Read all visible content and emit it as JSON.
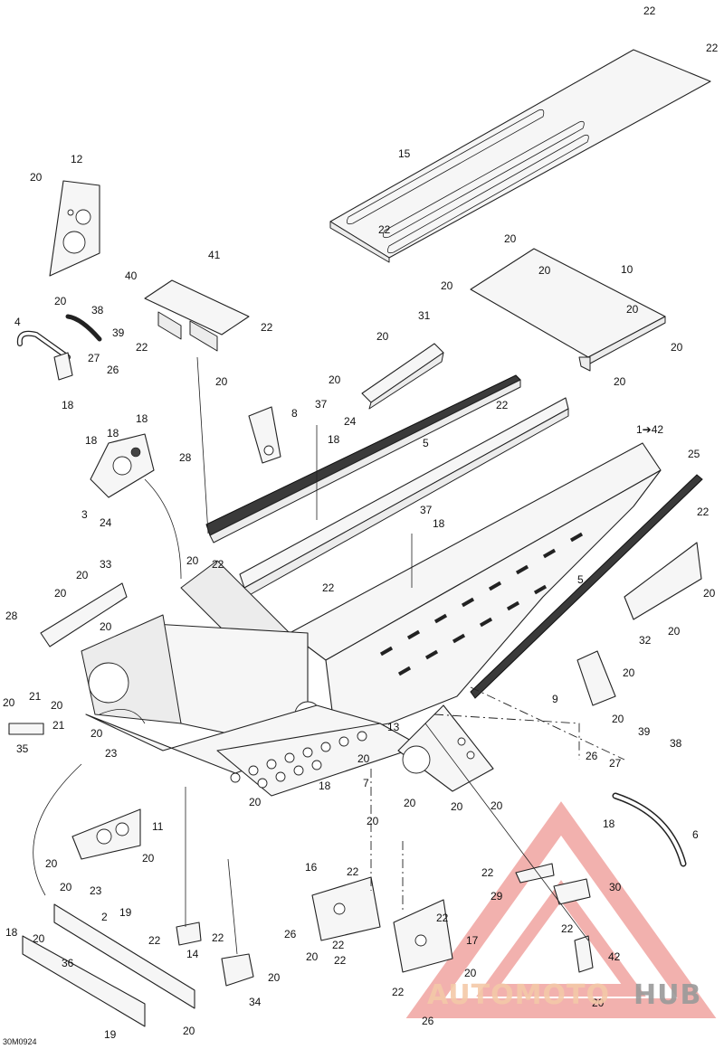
{
  "drawing_code": "30M0924",
  "watermark": {
    "part1": "AUTOMOTO",
    "part2": "HUB",
    "color_light": "#f4c9a8",
    "color_dark": "#9a9a9a",
    "triangle_color": "#f0a3a0"
  },
  "callouts": {
    "c12": "12",
    "c20_a": "20",
    "c20_b": "20",
    "c4": "4",
    "c38_a": "38",
    "c39_a": "39",
    "c27_a": "27",
    "c26_a": "26",
    "c18_a": "18",
    "c40": "40",
    "c41": "41",
    "c22_a": "22",
    "c22_b": "22",
    "c22_top1": "22",
    "c22_top2": "22",
    "c15": "15",
    "c22_c": "22",
    "c20_c": "20",
    "c20_d": "20",
    "c10": "10",
    "c20_e": "20",
    "c20_f": "20",
    "c20_g": "20",
    "c20_h": "20",
    "c31": "31",
    "c20_i": "20",
    "c20_j": "20",
    "c20_k": "20",
    "c8": "8",
    "c37_a": "37",
    "c18_b": "18",
    "c24": "24",
    "c22_d": "22",
    "c5_a": "5",
    "c1to42": "1➔42",
    "c25": "25",
    "c18_c": "18",
    "c18_d": "18",
    "c28_a": "28",
    "c3": "3",
    "c24_b": "24",
    "c20_l": "20",
    "c22_e": "22",
    "c37_b": "37",
    "c18_e": "18",
    "c22_f": "22",
    "c5_b": "5",
    "c22_g": "22",
    "c20_m": "20",
    "c33": "33",
    "c20_n": "20",
    "c28_b": "28",
    "c20_o": "20",
    "c32": "32",
    "c20_p": "20",
    "c9": "9",
    "c20_q": "20",
    "c20_r": "20",
    "c20_s": "20",
    "c21_a": "21",
    "c20_t": "20",
    "c21_b": "21",
    "c35": "35",
    "c20_u": "20",
    "c23_a": "23",
    "c13": "13",
    "c20_v": "20",
    "c39_b": "39",
    "c38_b": "38",
    "c26_b": "26",
    "c27_b": "27",
    "c18_f": "18",
    "c7": "7",
    "c18_g": "18",
    "c20_w": "20",
    "c20_x": "20",
    "c20_y": "20",
    "c20_z": "20",
    "c20_aa": "20",
    "c6": "6",
    "c11": "11",
    "c20_ab": "20",
    "c20_ac": "20",
    "c23_b": "23",
    "c16": "16",
    "c22_h": "22",
    "c22_i": "22",
    "c29": "29",
    "c30": "30",
    "c22_j": "22",
    "c19_a": "19",
    "c2": "2",
    "c18_h": "18",
    "c20_ad": "20",
    "c22_k": "22",
    "c14": "14",
    "c22_l": "22",
    "c26_c": "26",
    "c20_ae": "20",
    "c22_m": "22",
    "c22_n": "22",
    "c17": "17",
    "c42": "42",
    "c36": "36",
    "c20_af": "20",
    "c34": "34",
    "c22_o": "22",
    "c20_ag": "20",
    "c20_ah": "20",
    "c26_d": "26",
    "c19_b": "19",
    "c20_ai": "20"
  }
}
